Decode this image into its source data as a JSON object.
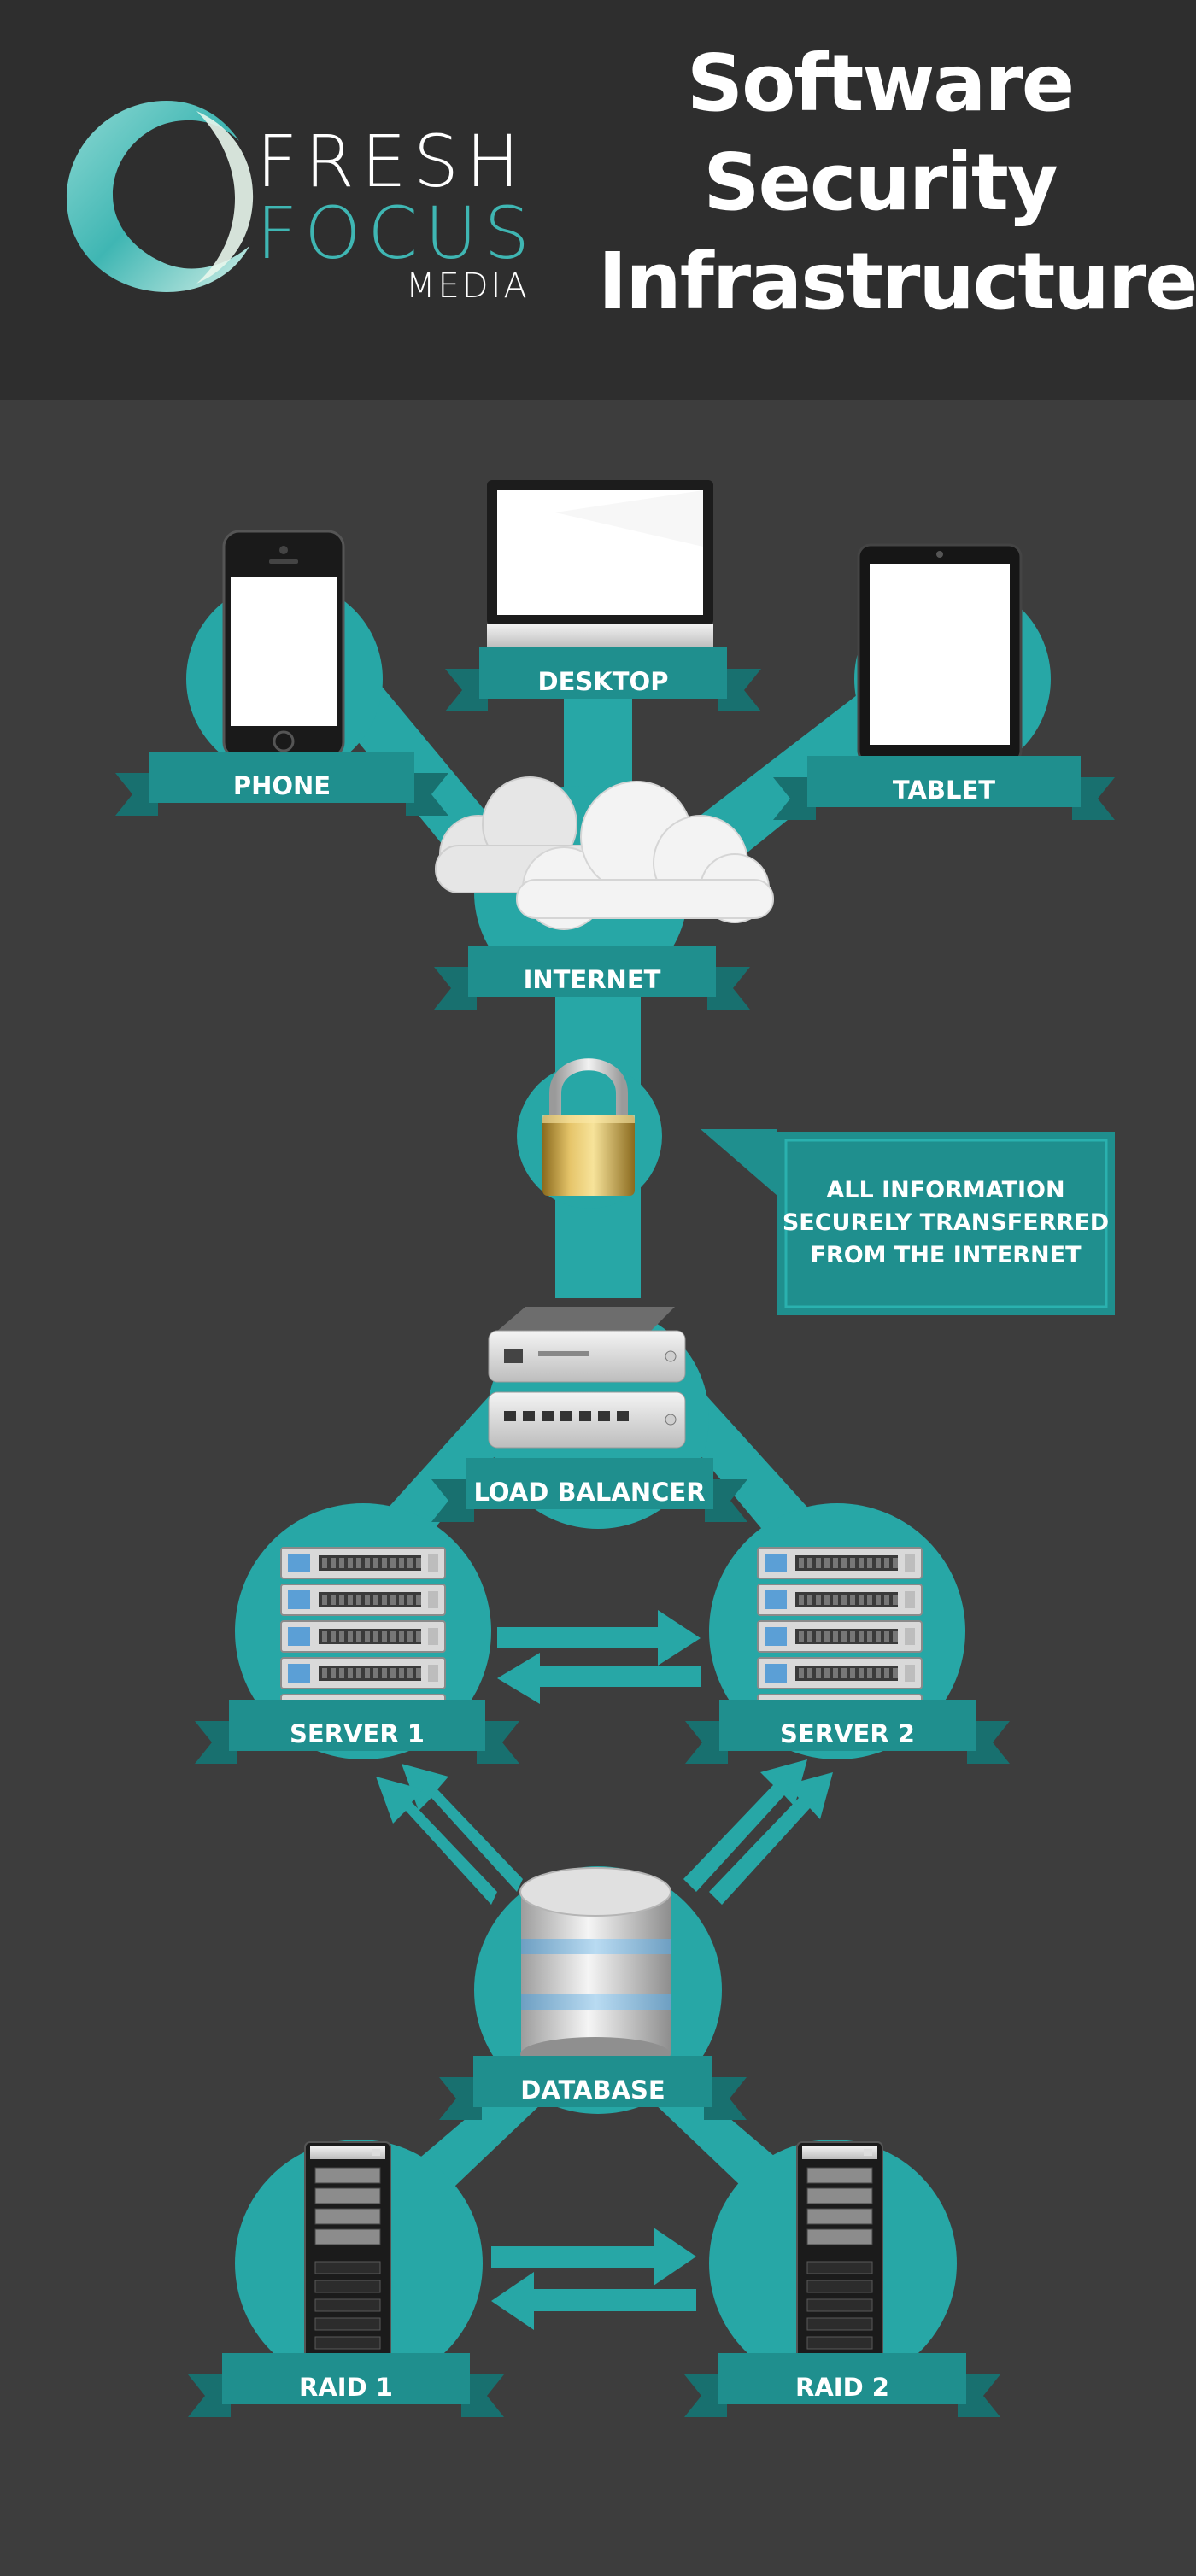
{
  "header": {
    "title_lines": [
      "Software",
      "Security",
      "Infrastructure"
    ],
    "logo": {
      "line1": "FRESH",
      "line2": "FOCUS",
      "line3": "MEDIA"
    }
  },
  "nodes": {
    "phone": "PHONE",
    "desktop": "DESKTOP",
    "tablet": "TABLET",
    "internet": "INTERNET",
    "load_balancer": "LOAD BALANCER",
    "server1": "SERVER 1",
    "server2": "SERVER 2",
    "database": "DATABASE",
    "raid1": "RAID 1",
    "raid2": "RAID 2"
  },
  "callout": {
    "line1": "ALL INFORMATION",
    "line2": "SECURELY TRANSFERRED",
    "line3": "FROM THE INTERNET"
  },
  "colors": {
    "background": "#3d3d3d",
    "header": "#2e2e2e",
    "teal": "#27a7a6",
    "teal_dark": "#1c7f7e",
    "banner": "#1f8f8e",
    "accent_logo": "#3fb6b3"
  },
  "icons": [
    "phone-icon",
    "desktop-icon",
    "tablet-icon",
    "cloud-icon",
    "padlock-icon",
    "load-balancer-icon",
    "server-rack-icon",
    "database-icon",
    "tower-server-icon",
    "bidirectional-arrows-icon"
  ]
}
